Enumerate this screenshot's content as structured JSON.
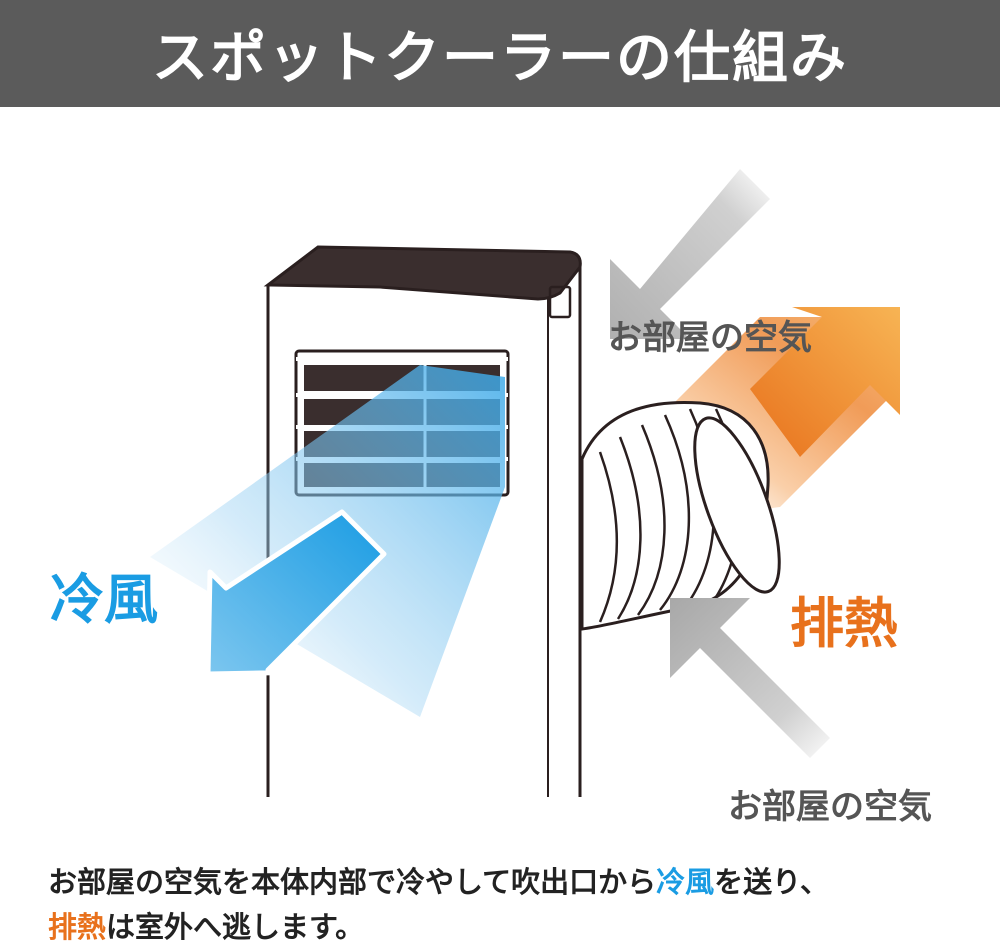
{
  "header": {
    "title": "スポットクーラーの仕組み"
  },
  "diagram": {
    "room_air_top": "お部屋の空気",
    "room_air_bottom": "お部屋の空気",
    "cool_air": "冷風",
    "exhaust_heat": "排熱"
  },
  "caption": {
    "line1_part1": "お部屋の空気を本体内部で冷やして吹出口から",
    "line1_cool": "冷風",
    "line1_part2": "を送り、",
    "line2_heat": "排熱",
    "line2_part2": "は室外へ逃します。"
  },
  "colors": {
    "header_bg": "#5b5b5b",
    "cool": "#1a9ce3",
    "heat": "#e8711c",
    "room_air": "#b8b8b8"
  }
}
